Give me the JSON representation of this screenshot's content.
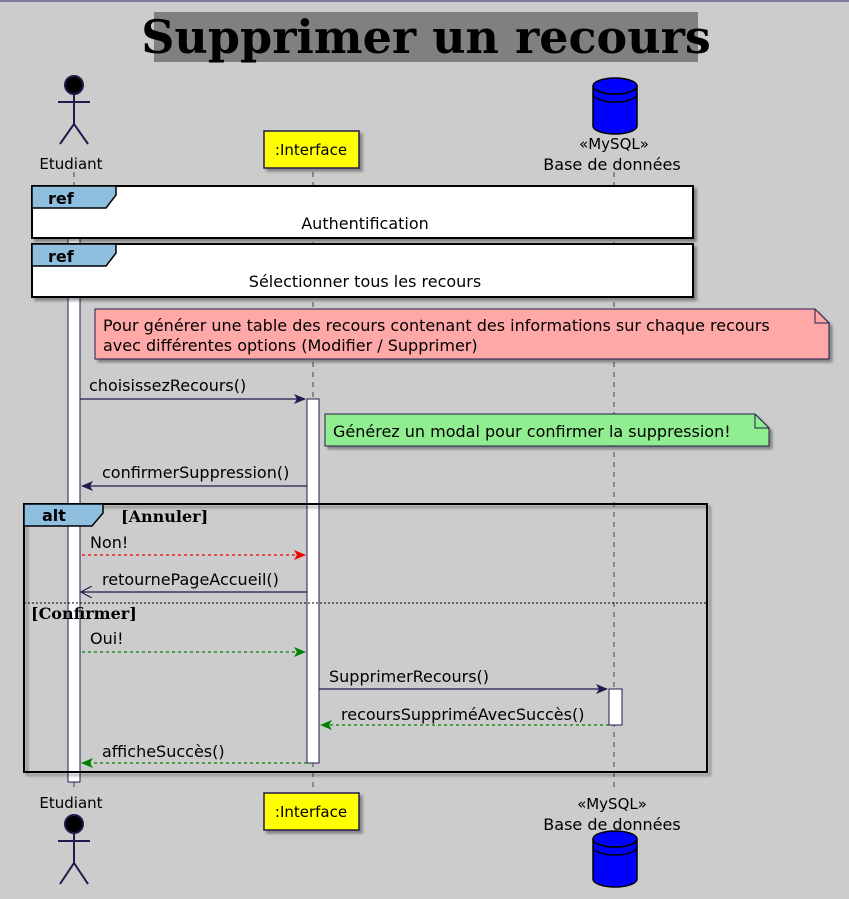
{
  "title": "Supprimer un recours",
  "participants": {
    "actor": {
      "name": "Etudiant",
      "icon": "actor-stick-figure-icon"
    },
    "interface": {
      "name": ":Interface"
    },
    "database": {
      "stereotype": "«MySQL»",
      "name": "Base de données",
      "icon": "database-cylinder-icon"
    }
  },
  "refs": [
    {
      "tag": "ref",
      "text": "Authentification"
    },
    {
      "tag": "ref",
      "text": "Sélectionner tous les recours"
    }
  ],
  "notes": {
    "red": {
      "line1": "Pour générer une table des recours contenant des informations sur chaque recours",
      "line2": "avec différentes options (Modifier / Supprimer)"
    },
    "green": {
      "text": "Générez un modal pour confirmer la suppression!"
    }
  },
  "messages": {
    "choisissez": "choisissezRecours()",
    "confirmer": "confirmerSuppression()",
    "non": "Non!",
    "retourne": "retournePageAccueil()",
    "oui": "Oui!",
    "supprimer": "SupprimerRecours()",
    "recours_supprime": "recoursSuppriméAvecSuccès()",
    "affiche": "afficheSuccès()"
  },
  "alt": {
    "tag": "alt",
    "guard1": "[Annuler]",
    "guard2": "[Confirmer]"
  },
  "colors": {
    "background": "#cccccc",
    "title_bg": "#808080",
    "ref_tag": "#8fbfdf",
    "interface_box": "#ffff00",
    "database": "#0000ff",
    "note_red": "#ffa8a8",
    "note_green": "#90ee90",
    "arrow": "#221a4c",
    "arrow_red": "#ee0000",
    "arrow_green": "#008000"
  }
}
